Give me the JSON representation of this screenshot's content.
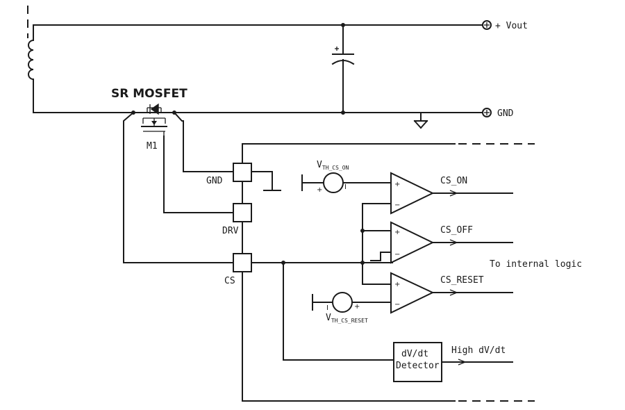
{
  "labels": {
    "vout": "+ Vout",
    "gnd_out": "GND",
    "sr_mosfet": "SR MOSFET",
    "m1": "M1",
    "pin_gnd": "GND",
    "pin_drv": "DRV",
    "pin_cs": "CS",
    "vth_on_main": "V",
    "vth_on_sub": "TH_CS_ON",
    "vth_reset_main": "V",
    "vth_reset_sub": "TH_CS_RESET",
    "cs_on": "CS_ON",
    "cs_off": "CS_OFF",
    "cs_reset": "CS_RESET",
    "internal_logic": "To internal logic",
    "detector_line1": "dV/dt",
    "detector_line2": "Detector",
    "high_dvdt": "High dV/dt"
  }
}
